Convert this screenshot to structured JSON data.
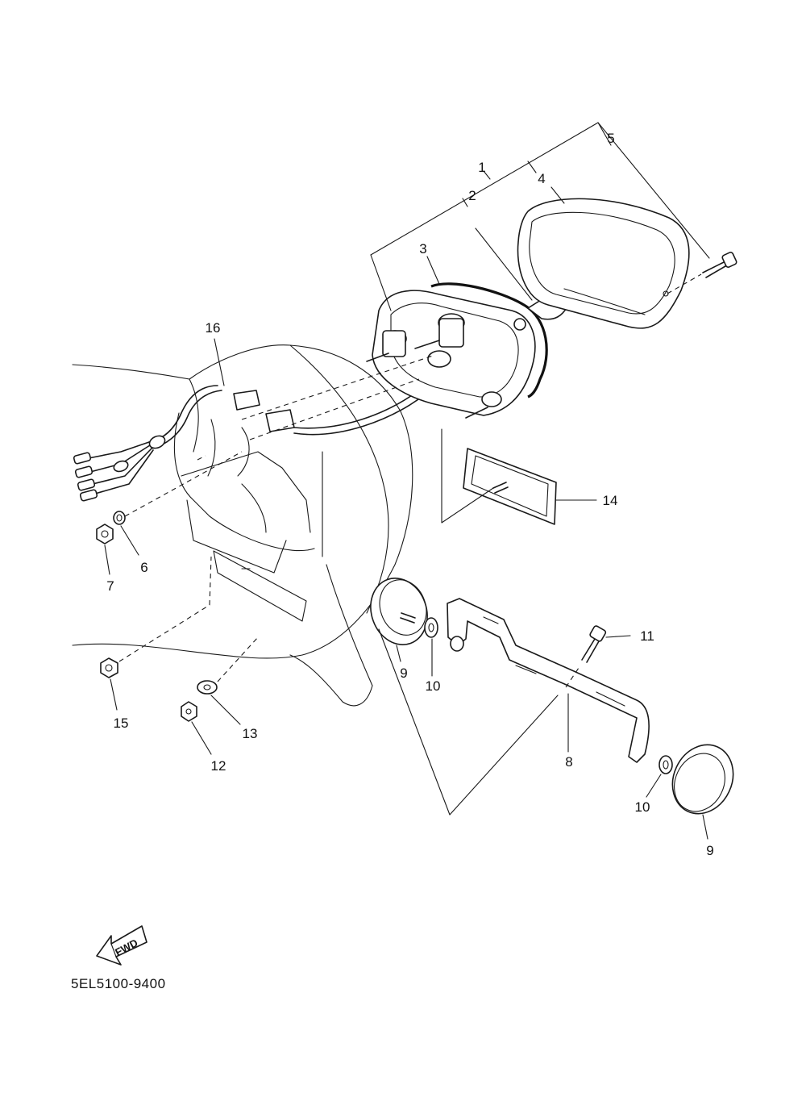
{
  "callouts": [
    {
      "id": "1",
      "text": "1"
    },
    {
      "id": "2",
      "text": "2"
    },
    {
      "id": "3",
      "text": "3"
    },
    {
      "id": "4",
      "text": "4"
    },
    {
      "id": "5",
      "text": "5"
    },
    {
      "id": "6",
      "text": "6"
    },
    {
      "id": "7",
      "text": "7"
    },
    {
      "id": "8",
      "text": "8"
    },
    {
      "id": "9a",
      "text": "9"
    },
    {
      "id": "9b",
      "text": "9"
    },
    {
      "id": "10a",
      "text": "10"
    },
    {
      "id": "10b",
      "text": "10"
    },
    {
      "id": "11",
      "text": "11"
    },
    {
      "id": "12",
      "text": "12"
    },
    {
      "id": "13",
      "text": "13"
    },
    {
      "id": "14",
      "text": "14"
    },
    {
      "id": "15",
      "text": "15"
    },
    {
      "id": "16",
      "text": "16"
    }
  ],
  "fwd_arrow": {
    "label": "FWD",
    "icon": "forward-arrow-icon"
  },
  "part_code": "5EL5100-9400"
}
